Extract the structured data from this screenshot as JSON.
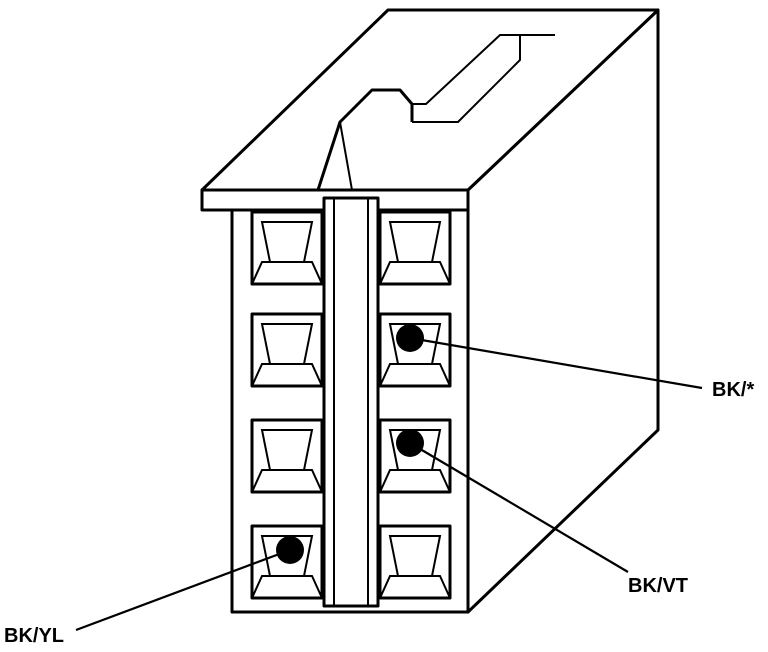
{
  "labels": {
    "bk_star": "BK/*",
    "bk_vt": "BK/VT",
    "bk_yl": "BK/YL"
  }
}
